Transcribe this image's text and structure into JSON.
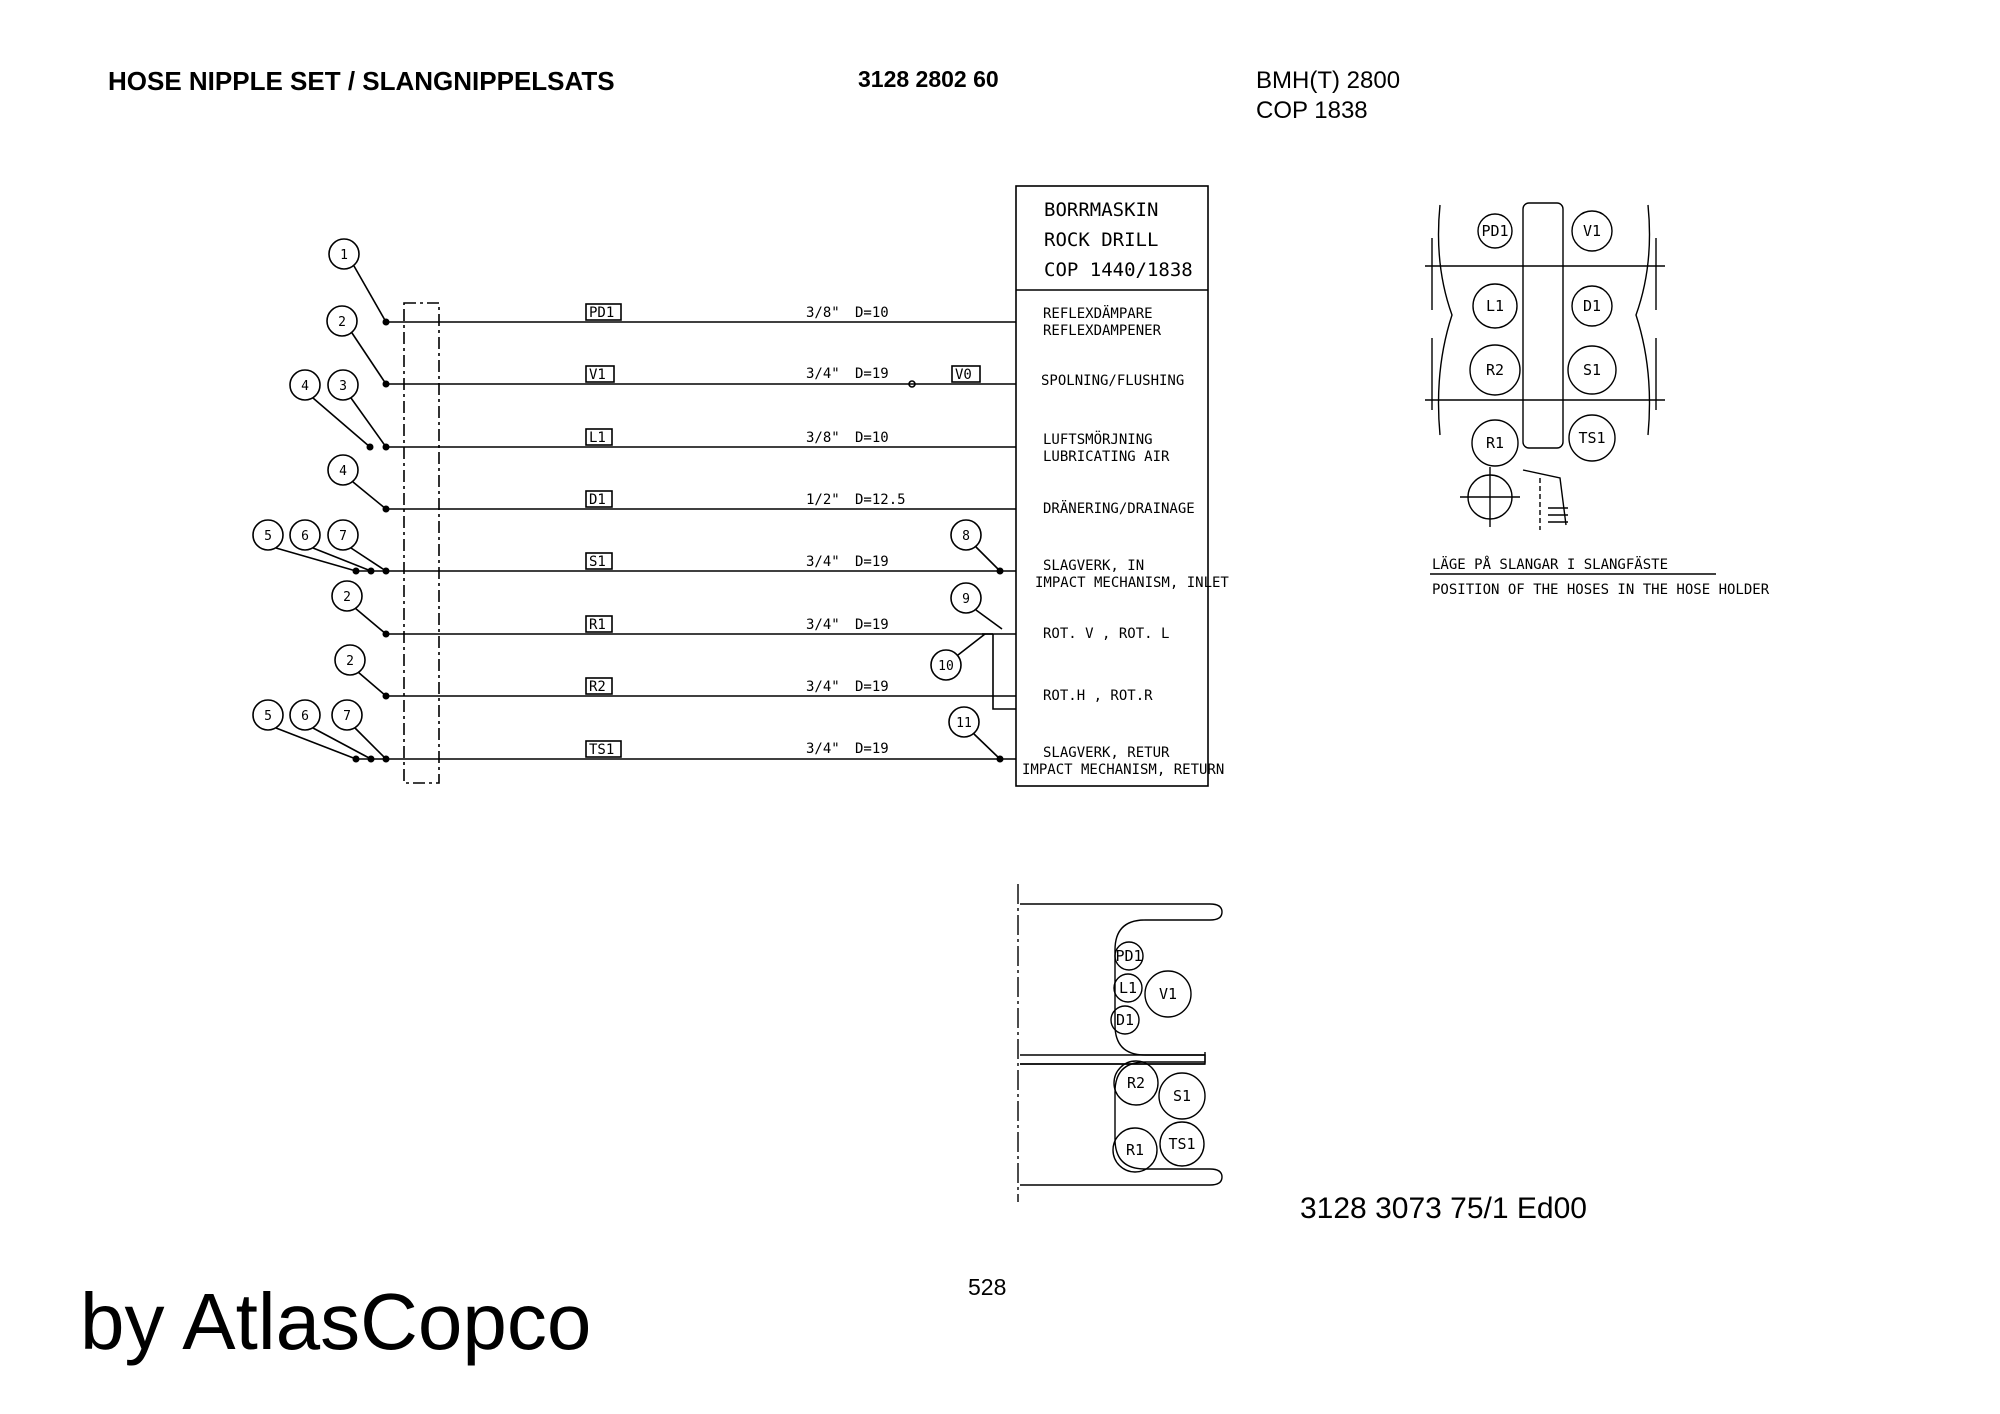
{
  "header": {
    "title": "HOSE NIPPLE SET / SLANGNIPPELSATS",
    "part_number": "3128 2802 60",
    "model_line1": "BMH(T) 2800",
    "model_line2": "COP 1838"
  },
  "rock_drill_box": {
    "line1": "BORRMASKIN",
    "line2": "ROCK DRILL",
    "line3": "COP 1440/1838"
  },
  "hose_lines": [
    {
      "tag": "PD1",
      "size": "3/8\"",
      "diameter": "D=10",
      "desc1": "REFLEXDÄMPARE",
      "desc2": "REFLEXDAMPENER"
    },
    {
      "tag": "V1",
      "size": "3/4\"",
      "diameter": "D=19",
      "desc1": "SPOLNING/FLUSHING",
      "desc2": ""
    },
    {
      "tag": "L1",
      "size": "3/8\"",
      "diameter": "D=10",
      "desc1": "LUFTSMÖRJNING",
      "desc2": "LUBRICATING AIR"
    },
    {
      "tag": "D1",
      "size": "1/2\"",
      "diameter": "D=12.5",
      "desc1": "DRÄNERING/DRAINAGE",
      "desc2": ""
    },
    {
      "tag": "S1",
      "size": "3/4\"",
      "diameter": "D=19",
      "desc1": "SLAGVERK, IN",
      "desc2": "IMPACT MECHANISM, INLET"
    },
    {
      "tag": "R1",
      "size": "3/4\"",
      "diameter": "D=19",
      "desc1": "ROT. V , ROT. L",
      "desc2": ""
    },
    {
      "tag": "R2",
      "size": "3/4\"",
      "diameter": "D=19",
      "desc1": "ROT.H , ROT.R",
      "desc2": ""
    },
    {
      "tag": "TS1",
      "size": "3/4\"",
      "diameter": "D=19",
      "desc1": "SLAGVERK, RETUR",
      "desc2": "IMPACT MECHANISM, RETURN"
    }
  ],
  "valve_tag": "V0",
  "item_numbers": [
    "1",
    "2",
    "3",
    "4",
    "5",
    "6",
    "7",
    "8",
    "9",
    "10",
    "11"
  ],
  "holder_caption": {
    "swedish": "LÄGE PÅ SLANGAR I SLANGFÄSTE",
    "english": "POSITION OF THE HOSES IN THE HOSE HOLDER"
  },
  "hose_position_labels": [
    "PD1",
    "V1",
    "L1",
    "D1",
    "R2",
    "S1",
    "R1",
    "TS1"
  ],
  "footer": {
    "doc_number": "3128 3073 75/1  Ed00",
    "page_number": "528",
    "brand": "by AtlasCopco"
  }
}
